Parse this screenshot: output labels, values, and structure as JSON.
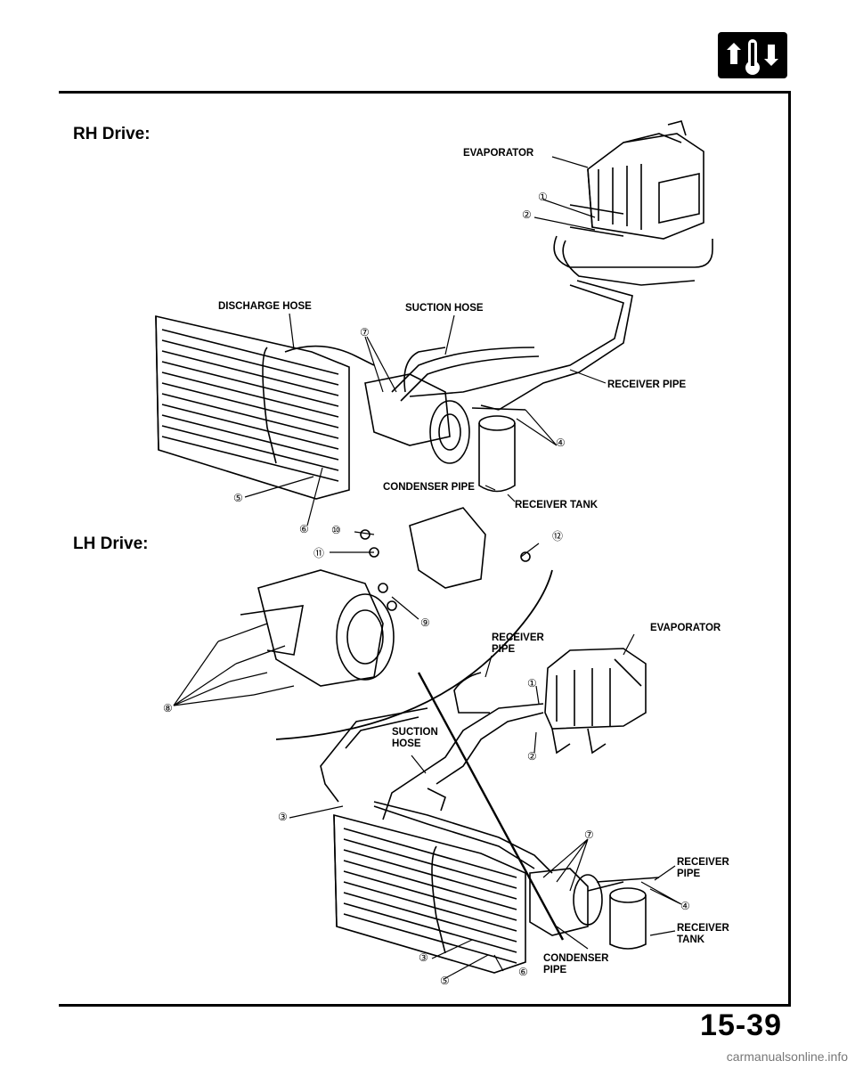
{
  "sections": {
    "rh": "RH Drive:",
    "lh": "LH Drive:"
  },
  "labels": {
    "evaporator_rh": "EVAPORATOR",
    "discharge_hose": "DISCHARGE HOSE",
    "suction_hose_rh": "SUCTION HOSE",
    "receiver_pipe_rh": "RECEIVER PIPE",
    "condenser_pipe_rh": "CONDENSER PIPE",
    "receiver_tank_rh": "RECEIVER TANK",
    "evaporator_lh": "EVAPORATOR",
    "receiver_pipe_lh_top": "RECEIVER\nPIPE",
    "suction_hose_lh": "SUCTION\nHOSE",
    "receiver_pipe_lh_right": "RECEIVER\nPIPE",
    "receiver_tank_lh": "RECEIVER\nTANK",
    "condenser_pipe_lh": "CONDENSER\nPIPE"
  },
  "callouts": {
    "c1": "①",
    "c2": "②",
    "c3": "③",
    "c4": "④",
    "c5": "⑤",
    "c6": "⑥",
    "c7": "⑦",
    "c8": "⑧",
    "c9": "⑨",
    "c10": "⑩",
    "c11": "⑪",
    "c12": "⑫"
  },
  "page_number": "15-39",
  "footer": "carmanualsonline.info",
  "icons": {
    "header": "ac-thermometer-icon"
  }
}
